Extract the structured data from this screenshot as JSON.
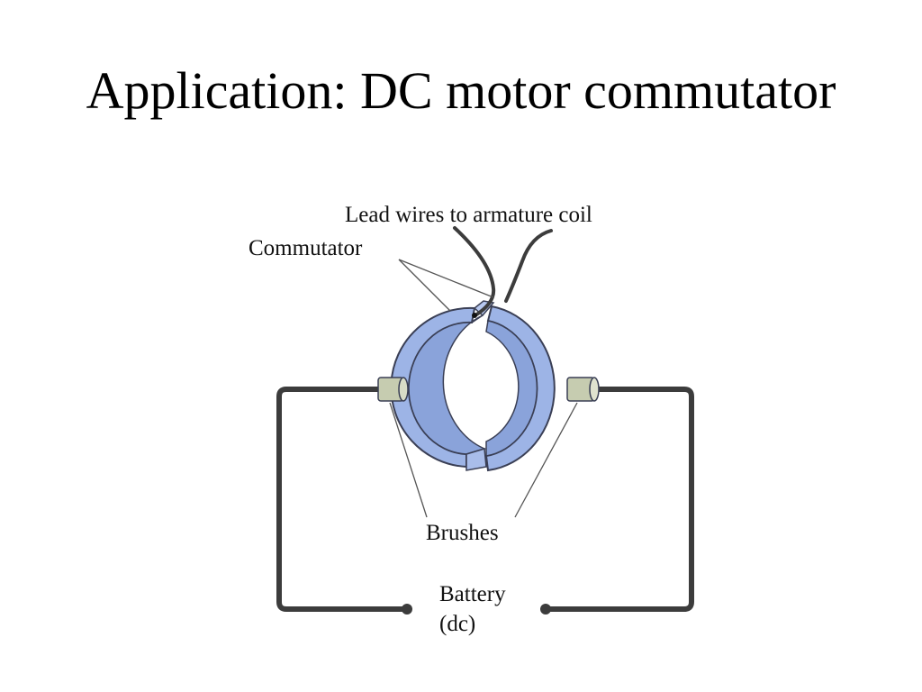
{
  "slide": {
    "title": "Application: DC motor commutator"
  },
  "diagram": {
    "labels": {
      "lead_wires": "Lead wires to armature coil",
      "commutator": "Commutator",
      "brushes": "Brushes",
      "battery_line1": "Battery",
      "battery_line2": "(dc)"
    },
    "colors": {
      "commutator_fill": "#9db4e6",
      "commutator_inner": "#8aa3da",
      "commutator_stroke": "#3a3f55",
      "brush_fill": "#c6ccb0",
      "wire": "#3c3c3c",
      "leader_line": "#555555"
    }
  }
}
